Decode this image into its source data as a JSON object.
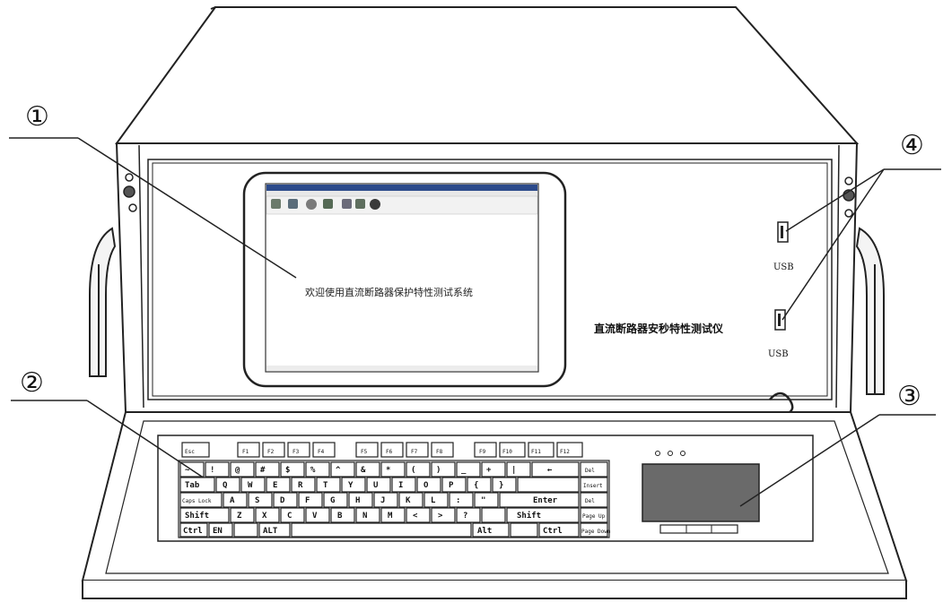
{
  "callouts": {
    "c1": "①",
    "c2": "②",
    "c3": "③",
    "c4": "④"
  },
  "device": {
    "panel_title": "直流断路器安秒特性测试仪",
    "usb_top": "USB",
    "usb_bottom": "USB"
  },
  "screen": {
    "welcome": "欢迎使用直流断路器保护特性测试系统"
  },
  "keyboard": {
    "fn_row": [
      "Esc",
      "F1",
      "F2",
      "F3",
      "F4",
      "F5",
      "F6",
      "F7",
      "F8",
      "F9",
      "F10",
      "F11",
      "F12"
    ],
    "row1": [
      "~",
      "!",
      "@",
      "#",
      "$",
      "%",
      "^",
      "&",
      "*",
      "(",
      ")",
      "_",
      "+",
      "|",
      "←",
      "Del"
    ],
    "row2": [
      "Tab",
      "Q",
      "W",
      "E",
      "R",
      "T",
      "Y",
      "U",
      "I",
      "O",
      "P",
      "{",
      "}",
      "Insert"
    ],
    "row3": [
      "Caps Lock",
      "A",
      "S",
      "D",
      "F",
      "G",
      "H",
      "J",
      "K",
      "L",
      ":",
      "\"",
      "Enter",
      "Del"
    ],
    "row4": [
      "Shift",
      "Z",
      "X",
      "C",
      "V",
      "B",
      "N",
      "M",
      "<",
      ">",
      "?",
      "Shift",
      "Page Up"
    ],
    "row5": [
      "Ctrl",
      "EN",
      "ALT",
      "Alt",
      "Ctrl",
      "Page Down"
    ]
  }
}
